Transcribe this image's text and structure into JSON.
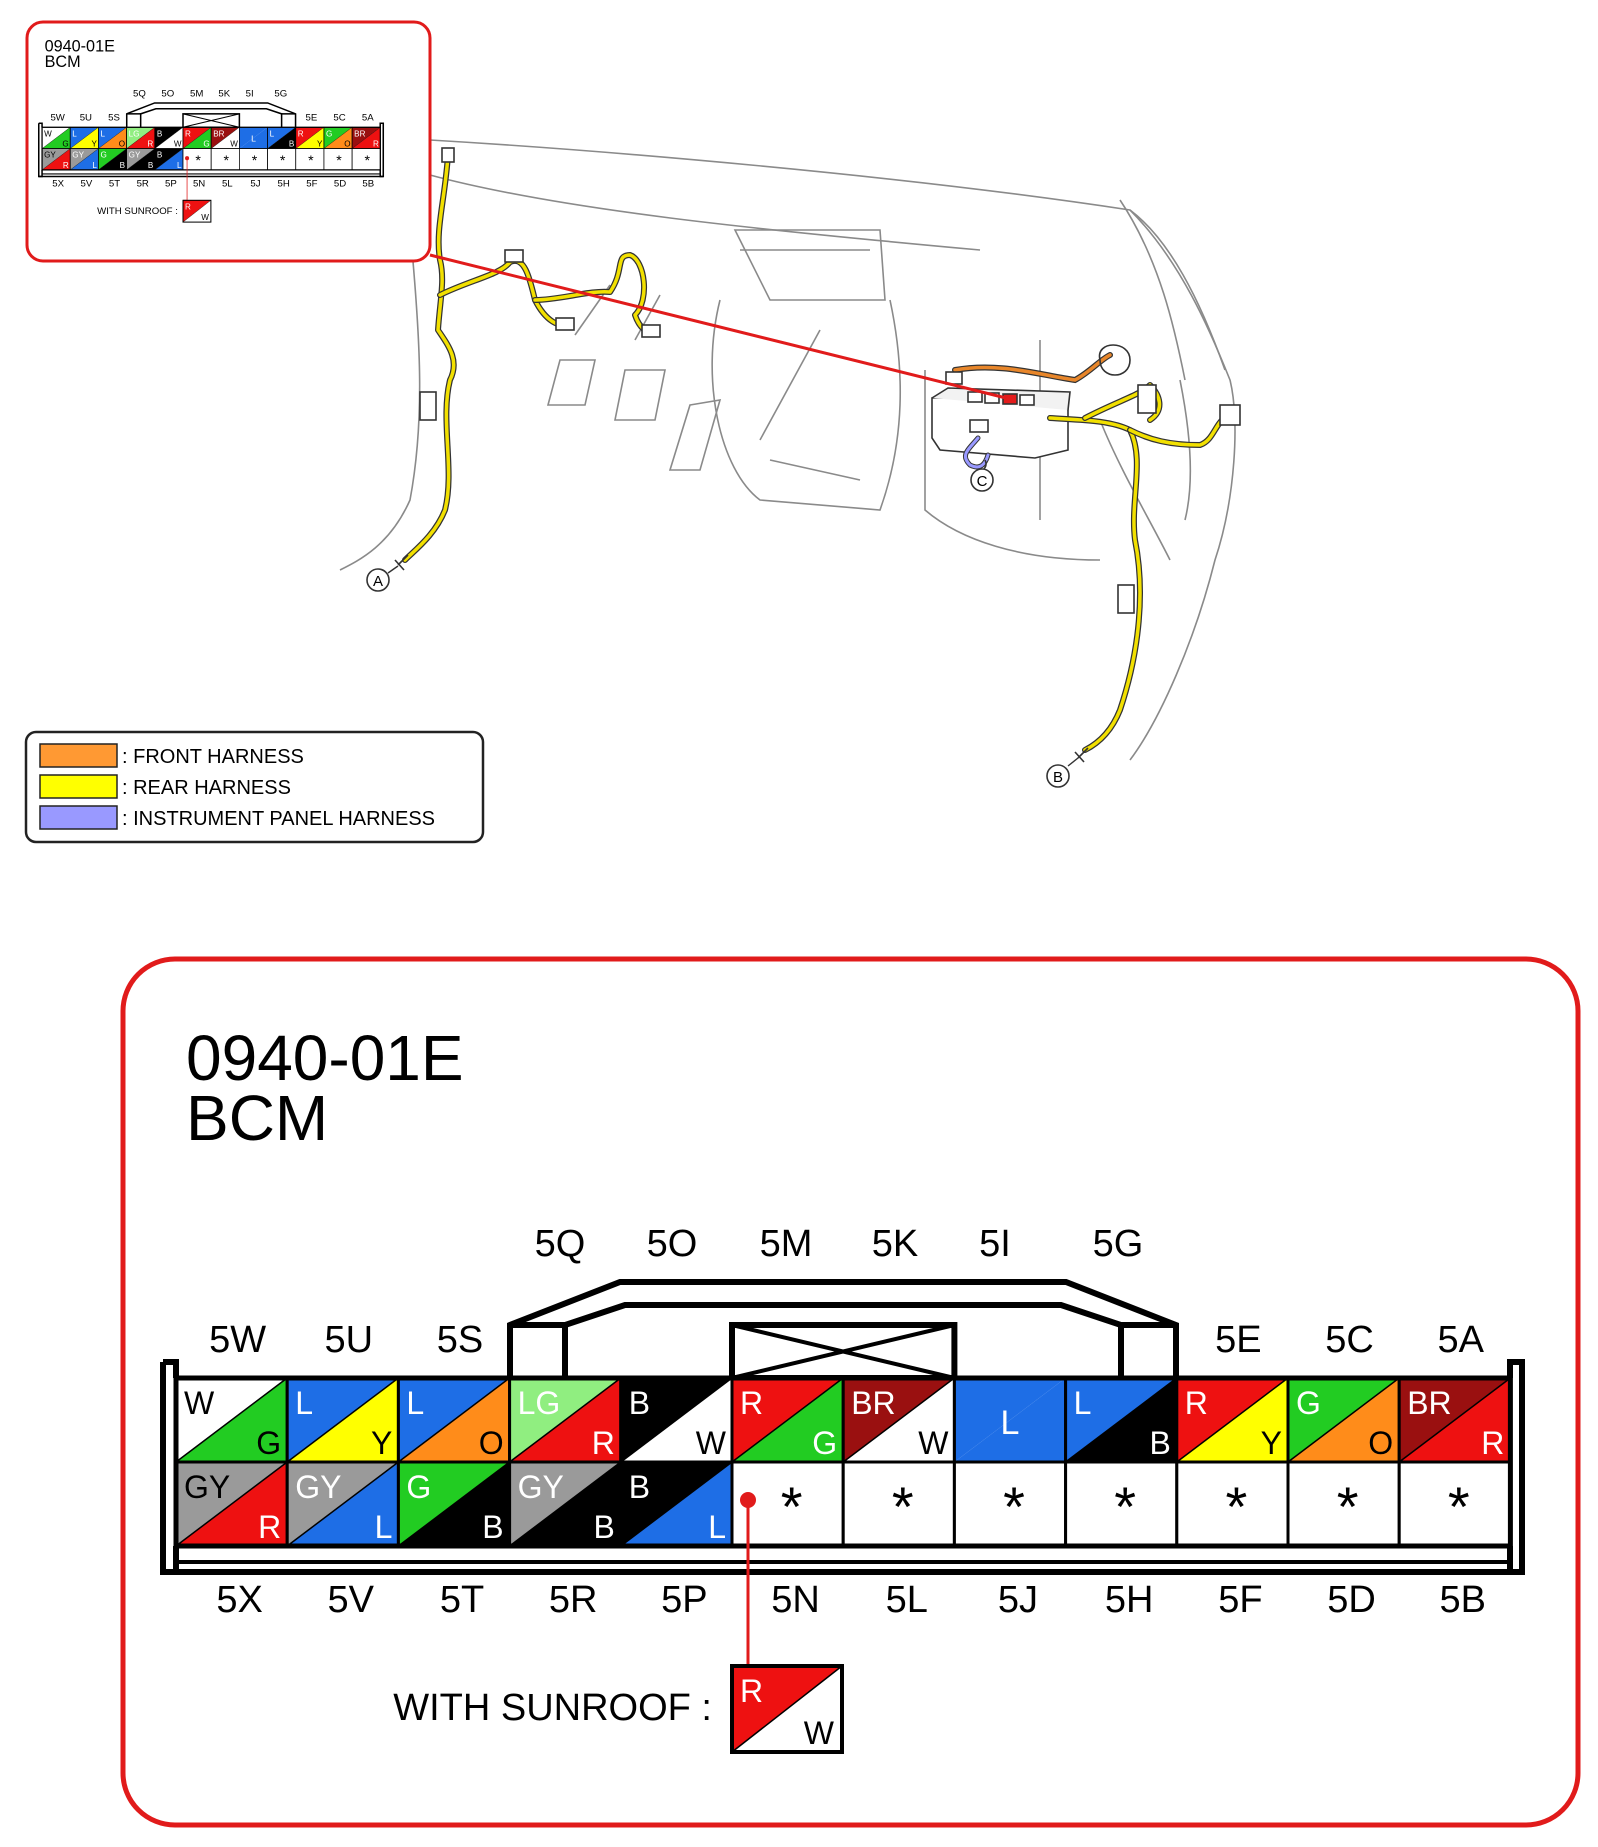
{
  "connector": {
    "code": "0940-01E",
    "name": "BCM",
    "top_labels_upper": [
      "5Q",
      "5O",
      "5M",
      "5K",
      "5I",
      "5G"
    ],
    "top_labels_lower_left": [
      "5W",
      "5U",
      "5S"
    ],
    "top_labels_lower_right": [
      "5E",
      "5C",
      "5A"
    ],
    "bottom_labels": [
      "5X",
      "5V",
      "5T",
      "5R",
      "5P",
      "5N",
      "5L",
      "5J",
      "5H",
      "5F",
      "5D",
      "5B"
    ],
    "row1": [
      {
        "a": "W",
        "b": "G",
        "ca": "#ffffff",
        "cb": "#22cc22",
        "ta": "#000000",
        "tb": "#000000"
      },
      {
        "a": "L",
        "b": "Y",
        "ca": "#1e6ee6",
        "cb": "#ffff00",
        "ta": "#ffffff",
        "tb": "#000000"
      },
      {
        "a": "L",
        "b": "O",
        "ca": "#1e6ee6",
        "cb": "#ff8c1a",
        "ta": "#ffffff",
        "tb": "#000000"
      },
      {
        "a": "LG",
        "b": "R",
        "ca": "#90ee80",
        "cb": "#ee1111",
        "ta": "#ffffff",
        "tb": "#ffffff"
      },
      {
        "a": "B",
        "b": "W",
        "ca": "#000000",
        "cb": "#ffffff",
        "ta": "#ffffff",
        "tb": "#000000"
      },
      {
        "a": "R",
        "b": "G",
        "ca": "#ee1111",
        "cb": "#22cc22",
        "ta": "#ffffff",
        "tb": "#ffffff"
      },
      {
        "a": "BR",
        "b": "W",
        "ca": "#9a1010",
        "cb": "#ffffff",
        "ta": "#ffffff",
        "tb": "#000000"
      },
      {
        "a": "L",
        "b": "",
        "ca": "#1e6ee6",
        "cb": "#1e6ee6",
        "ta": "#ffffff",
        "tb": "#ffffff"
      },
      {
        "a": "L",
        "b": "B",
        "ca": "#1e6ee6",
        "cb": "#000000",
        "ta": "#ffffff",
        "tb": "#ffffff"
      },
      {
        "a": "R",
        "b": "Y",
        "ca": "#ee1111",
        "cb": "#ffff00",
        "ta": "#ffffff",
        "tb": "#000000"
      },
      {
        "a": "G",
        "b": "O",
        "ca": "#22cc22",
        "cb": "#ff8c1a",
        "ta": "#ffffff",
        "tb": "#000000"
      },
      {
        "a": "BR",
        "b": "R",
        "ca": "#9a1010",
        "cb": "#ee1111",
        "ta": "#ffffff",
        "tb": "#ffffff"
      }
    ],
    "row2": [
      {
        "a": "GY",
        "b": "R",
        "ca": "#9a9a9a",
        "cb": "#ee1111",
        "ta": "#000000",
        "tb": "#ffffff"
      },
      {
        "a": "GY",
        "b": "L",
        "ca": "#9a9a9a",
        "cb": "#1e6ee6",
        "ta": "#ffffff",
        "tb": "#ffffff"
      },
      {
        "a": "G",
        "b": "B",
        "ca": "#22cc22",
        "cb": "#000000",
        "ta": "#ffffff",
        "tb": "#ffffff"
      },
      {
        "a": "GY",
        "b": "B",
        "ca": "#9a9a9a",
        "cb": "#000000",
        "ta": "#ffffff",
        "tb": "#ffffff"
      },
      {
        "a": "B",
        "b": "L",
        "ca": "#000000",
        "cb": "#1e6ee6",
        "ta": "#ffffff",
        "tb": "#ffffff"
      },
      {
        "a": "*",
        "empty": true
      },
      {
        "a": "*",
        "empty": true
      },
      {
        "a": "*",
        "empty": true
      },
      {
        "a": "*",
        "empty": true
      },
      {
        "a": "*",
        "empty": true
      },
      {
        "a": "*",
        "empty": true
      },
      {
        "a": "*",
        "empty": true
      }
    ],
    "sunroof": {
      "label": "WITH SUNROOF :",
      "a": "R",
      "b": "W",
      "ca": "#ee1111",
      "cb": "#ffffff"
    }
  },
  "legend": [
    {
      "color": "#ff9933",
      "label": ": FRONT HARNESS"
    },
    {
      "color": "#ffff00",
      "label": ": REAR HARNESS"
    },
    {
      "color": "#9999ff",
      "label": ": INSTRUMENT PANEL HARNESS"
    }
  ],
  "callouts": [
    "A",
    "B",
    "C"
  ],
  "colors": {
    "frame": "#e11b1b",
    "harness_yellow": "#f2e000",
    "harness_orange": "#e8862a"
  }
}
